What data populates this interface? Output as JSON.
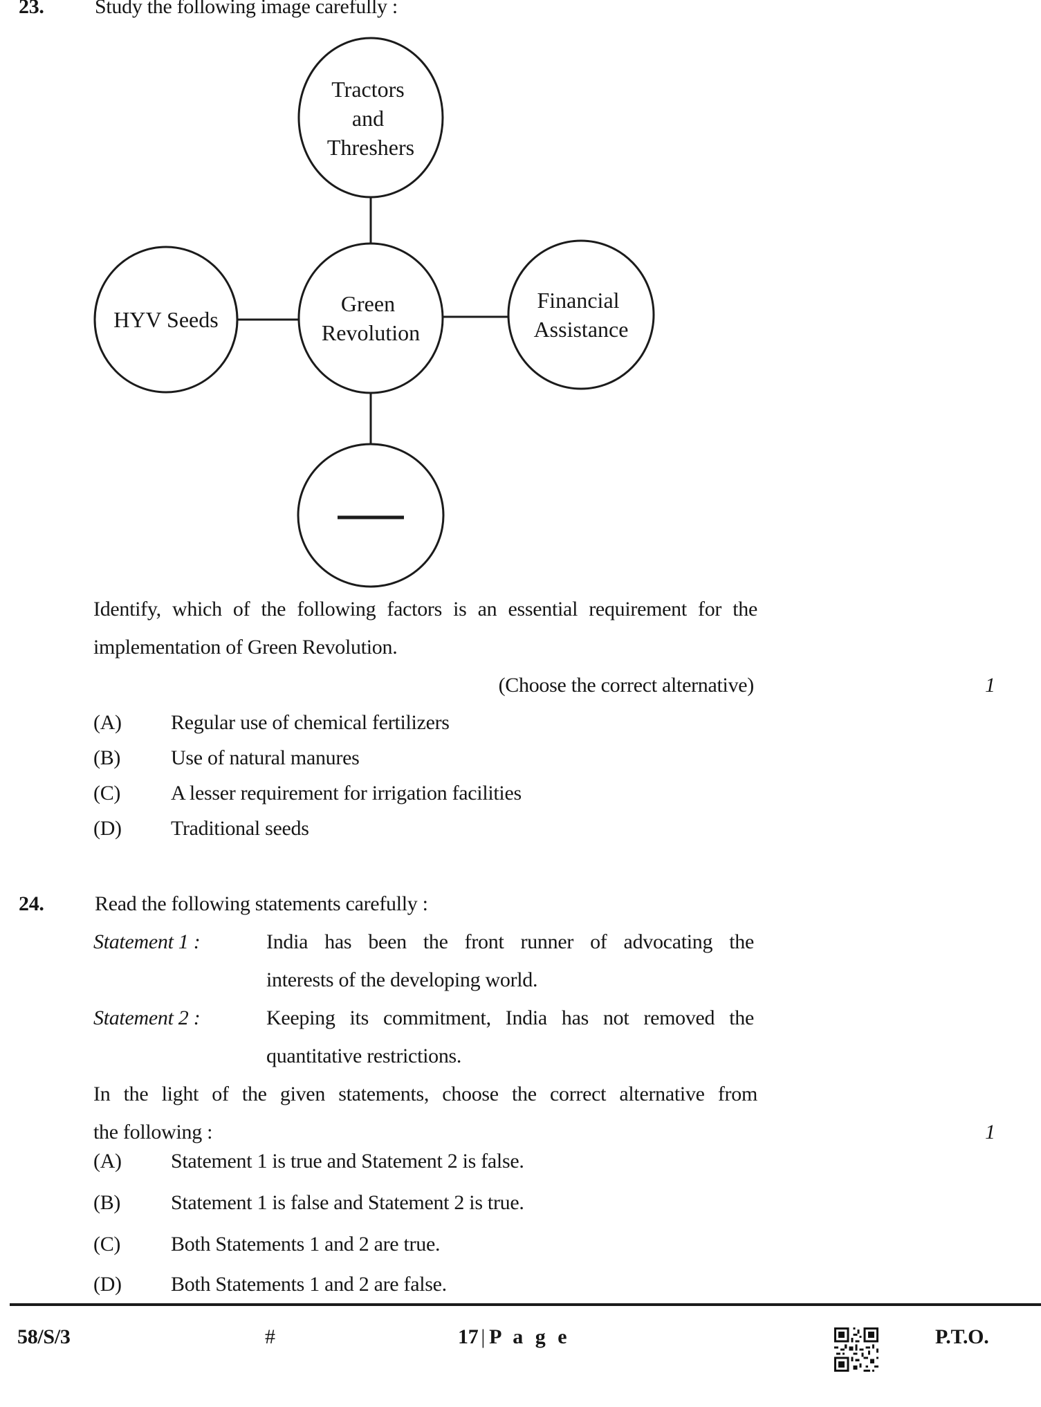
{
  "doc": {
    "q23": {
      "number": "23.",
      "prompt": "Study the following image carefully :",
      "diagram": {
        "top_line1": "Tractors",
        "top_line2": "and",
        "top_line3": "Threshers",
        "left": "HYV Seeds",
        "center_line1": "Green",
        "center_line2": "Revolution",
        "right_line1": "Financial",
        "right_line2": "Assistance"
      },
      "question_line1": "Identify, which of the following factors is an essential requirement for the",
      "question_line2": "implementation of Green Revolution.",
      "instruction": "(Choose the correct alternative)",
      "marks": "1",
      "options": [
        {
          "label": "(A)",
          "text": "Regular use of chemical fertilizers"
        },
        {
          "label": "(B)",
          "text": "Use of natural manures"
        },
        {
          "label": "(C)",
          "text": "A lesser requirement for irrigation facilities"
        },
        {
          "label": "(D)",
          "text": "Traditional seeds"
        }
      ]
    },
    "q24": {
      "number": "24.",
      "prompt": "Read the following statements carefully :",
      "statement1_label": "Statement 1 :",
      "statement1_line1": "India has been the front runner of advocating the",
      "statement1_line2": "interests of the developing world.",
      "statement2_label": "Statement 2 :",
      "statement2_line1": "Keeping its commitment, India has not removed the",
      "statement2_line2": "quantitative restrictions.",
      "closing_line1": "In the light of the given statements, choose the correct alternative from",
      "closing_line2": "the following :",
      "marks": "1",
      "options": [
        {
          "label": "(A)",
          "text": "Statement 1 is true and Statement 2 is false."
        },
        {
          "label": "(B)",
          "text": "Statement 1 is false and Statement 2 is true."
        },
        {
          "label": "(C)",
          "text": "Both Statements 1 and 2 are true."
        },
        {
          "label": "(D)",
          "text": "Both Statements 1 and 2 are false."
        }
      ]
    },
    "footer": {
      "paper_code": "58/S/3",
      "hash": "#",
      "page_number": "17",
      "page_separator": "|",
      "page_word": "P a g e",
      "pto": "P.T.O."
    }
  }
}
